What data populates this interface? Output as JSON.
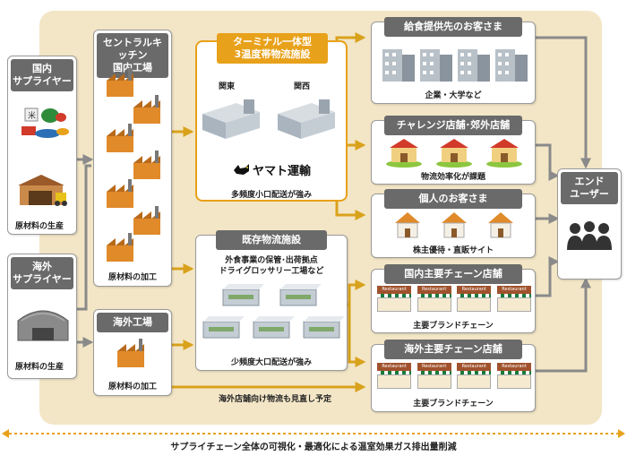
{
  "supplier_domestic": {
    "title": "国内\nサプライヤー",
    "label": "原材料の生産"
  },
  "supplier_overseas": {
    "title": "海外\nサプライヤー",
    "label": "原材料の生産"
  },
  "central_kitchen": {
    "title": "セントラルキッチン\n国内工場",
    "label": "原材料の加工"
  },
  "overseas_factory": {
    "title": "海外工場",
    "label": "原材料の加工"
  },
  "terminal": {
    "title": "ターミナル一体型\n3温度帯物流施設",
    "region_east": "関東",
    "region_west": "関西",
    "logo_text": "ヤマト運輸",
    "label": "多頻度小口配送が強み"
  },
  "existing": {
    "title": "既存物流施設",
    "subtitle": "外食事業の保管･出荷拠点\nドライグロッサリー工場など",
    "label": "少頻度大口配送が強み"
  },
  "customers": {
    "food_service": {
      "title": "給食提供先のお客さま",
      "label": "企業・大学など"
    },
    "challenge": {
      "title": "チャレンジ店舗･郊外店舗",
      "label": "物流効率化が課題"
    },
    "individual": {
      "title": "個人のお客さま",
      "label": "株主優待・直販サイト"
    },
    "domestic_chain": {
      "title": "国内主要チェーン店舗",
      "label": "主要ブランドチェーン"
    },
    "overseas_chain": {
      "title": "海外主要チェーン店舗",
      "label": "主要ブランドチェーン"
    }
  },
  "end_user": {
    "title": "エンド\nユーザー"
  },
  "overseas_note": "海外店舗向け物流も見直し予定",
  "bottom_banner": "サプライチェーン全体の可視化・最適化による温室効果ガス排出量削減",
  "restaurant_sign": "Restaurant",
  "icons": {
    "food": "food-ingredients-icon",
    "warehouse": "warehouse-icon",
    "factory": "factory-icon",
    "building": "building-icon",
    "shop": "shop-icon",
    "house": "house-icon",
    "restaurant": "restaurant-icon",
    "users": "users-icon",
    "cat": "yamato-cat-logo-icon"
  },
  "colors": {
    "panel": "#f3e6c6",
    "accent_orange": "#e8a11a",
    "arrow_orange": "#d9a21c",
    "arrow_gray": "#8a8a8a",
    "header_gray": "#6a6a6a",
    "banner_dotted": "#e8a11a"
  }
}
